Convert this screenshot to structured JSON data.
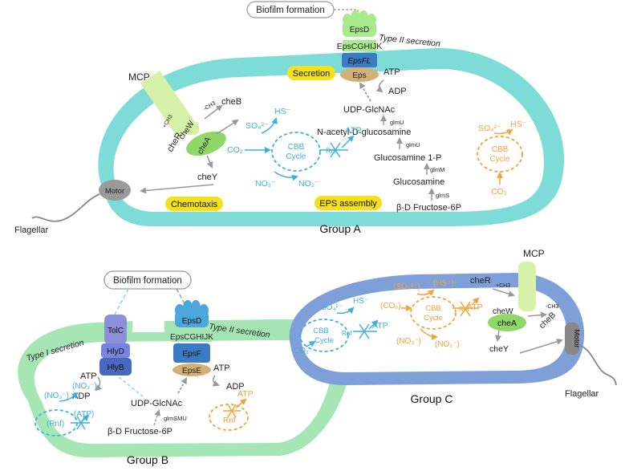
{
  "colors": {
    "cell_a": "#7ddbd8",
    "cell_b": "#a6e6b4",
    "cell_c": "#7f9fd8",
    "blue_text": "#3fb0dd",
    "orange_text": "#f5a23a",
    "yellow_label": "#f5e11a",
    "motor": "#9a9a9a",
    "mcp": "#d6f2a8",
    "chea": "#8fd867",
    "epsd": "#a9ea8e",
    "eps_complex": "#3b7bc4",
    "eps_tan": "#d2b077",
    "toc_purple": "#8a8fd8",
    "hly_blue": "#4a68c0"
  },
  "group_a": {
    "title": "Group A",
    "biofilm": "Biofilm formation",
    "type2": "Type II secretion",
    "epsd": "EpsD",
    "epscghijk": "EpsCGHIJK",
    "epsfl": "EpsFL",
    "eps": "Eps",
    "secretion": "Secretion",
    "atp": "ATP",
    "adp": "ADP",
    "udp": "UDP-GlcNAc",
    "glmu1": "glmU",
    "nacetyl": "N-acetyl-D-glucosamine",
    "glmu2": "glmU",
    "glucosamine1p": "Glucosamine 1-P",
    "glmm": "glmM",
    "glucosamine": "Glucosamine",
    "glms": "glmS",
    "fructose": "β-D Fructose-6P",
    "eps_assembly": "EPS assembly",
    "chemotaxis": "Chemotaxis",
    "mcp": "MCP",
    "chew": "cheW",
    "chea": "cheA",
    "cher": "cheR",
    "cheb": "cheB",
    "chey": "cheY",
    "ch3_plus": "+CH3",
    "ch3_minus": "-CH3",
    "motor": "Motor",
    "flagellar": "Flagellar",
    "cbb": "CBB",
    "cycle": "Cycle",
    "so4": "SO₄²⁻",
    "hs": "HS⁻",
    "co2": "CO₂",
    "rnf": "Rnf",
    "atp_blue": "ATP",
    "no3": "NO₃⁻",
    "no2": "NO₂⁻",
    "so4_orange": "SO₄²⁻",
    "hs_orange": "HS⁻",
    "cbb_orange": "CBB",
    "cycle_orange": "Cycle",
    "co2_orange": "CO₂"
  },
  "group_b": {
    "title": "Group B",
    "biofilm": "Biofilm formation",
    "type1": "Type I secretion",
    "type2": "Type II secretion",
    "tolc": "TolC",
    "hlyd": "HlyD",
    "hlyb": "HlyB",
    "epsd": "EpsD",
    "epscghijk": "EpsCGHIJK",
    "epsf": "EpsF",
    "epse": "EpsE",
    "atp_left": "ATP",
    "adp_left": "ADP",
    "atp_right": "ATP",
    "adp_right": "ADP",
    "udp": "UDP-GlcNAc",
    "glmsmu": "glmSMU",
    "fructose": "β-D Fructose-6P",
    "no3": "(NO₃⁻)",
    "no2": "(NO₂⁻)",
    "atp_paren": "(ATP)",
    "rnf_paren": "(Rnf)",
    "rnf_orange": "Rnf",
    "atp_orange": "ATP"
  },
  "group_c": {
    "title": "Group C",
    "mcp": "MCP",
    "cher": "cheR",
    "ch3_plus": "+CH3",
    "ch3_minus": "-CH3",
    "chew": "cheW",
    "chea": "cheA",
    "cheb": "cheB",
    "chey": "cheY",
    "motor": "Motor",
    "flagellar": "Flagellar",
    "so4": "SO₄²⁻",
    "hs": "HS⁻",
    "cbb": "CBB",
    "cycle": "Cycle",
    "rnf": "Rnf",
    "atp_blue": "ATP",
    "co2": "CO₂",
    "so4_paren": "(SO₄²⁻)",
    "hs_paren": "(HS⁻)",
    "co2_paren": "(CO₂)",
    "cbb_orange": "CBB",
    "cycle_orange": "Cycle",
    "rnf_orange": "Rnf",
    "atp_orange": "ATP",
    "no3_paren": "(NO₃⁻)",
    "no2_paren": "(NO₂⁻)"
  }
}
